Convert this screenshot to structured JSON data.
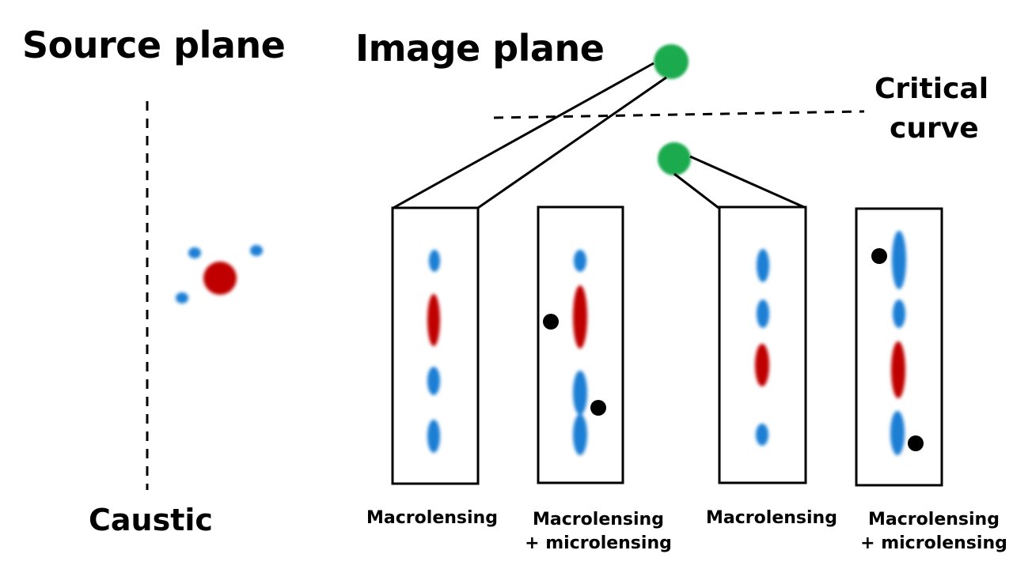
{
  "labels": {
    "source_plane": "Source plane",
    "image_plane": "Image plane",
    "critical_curve_line1": "Critical",
    "critical_curve_line2": "curve",
    "caustic": "Caustic"
  },
  "panels": [
    {
      "caption_line1": "Macrolensing",
      "caption_line2": ""
    },
    {
      "caption_line1": "Macrolensing",
      "caption_line2": "+ microlensing"
    },
    {
      "caption_line1": "Macrolensing",
      "caption_line2": ""
    },
    {
      "caption_line1": "Macrolensing",
      "caption_line2": "+ microlensing"
    }
  ],
  "colors": {
    "quasar_image": "#1a7fd4",
    "host_image": "#c00000",
    "lensed_source": "#1aaa4f",
    "microlens": "#000000",
    "line": "#000000"
  }
}
